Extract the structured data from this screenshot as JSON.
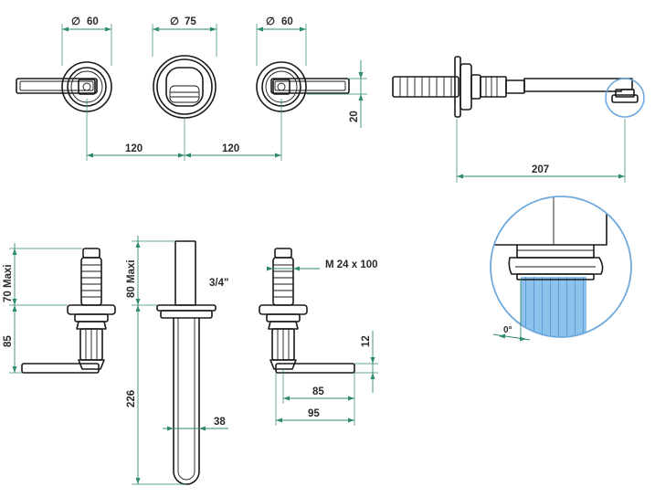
{
  "colors": {
    "dimension_line": "#2f8a70",
    "part_outline": "#1a1a1a",
    "water_flow": "#7fb8e6",
    "detail_circle": "#6fa9dc"
  },
  "top_view": {
    "left_handle_diameter": "60",
    "spout_diameter": "75",
    "right_handle_diameter": "60",
    "spacing_left": "120",
    "spacing_right": "120",
    "height_offset": "20"
  },
  "diameter_symbol": "∅",
  "side_spout": {
    "projection": "207"
  },
  "detail": {
    "flow_angle": "0°"
  },
  "left_valve": {
    "max_rough_in": "70  Maxi",
    "height": "85"
  },
  "spout_section": {
    "max_rough_in": "80  Maxi",
    "thread": "3/4\"",
    "length": "226",
    "tube_diameter": "38"
  },
  "right_valve": {
    "thread": "M  24  x 100",
    "handle_height": "12",
    "reach_inner": "85",
    "reach_outer": "95"
  }
}
